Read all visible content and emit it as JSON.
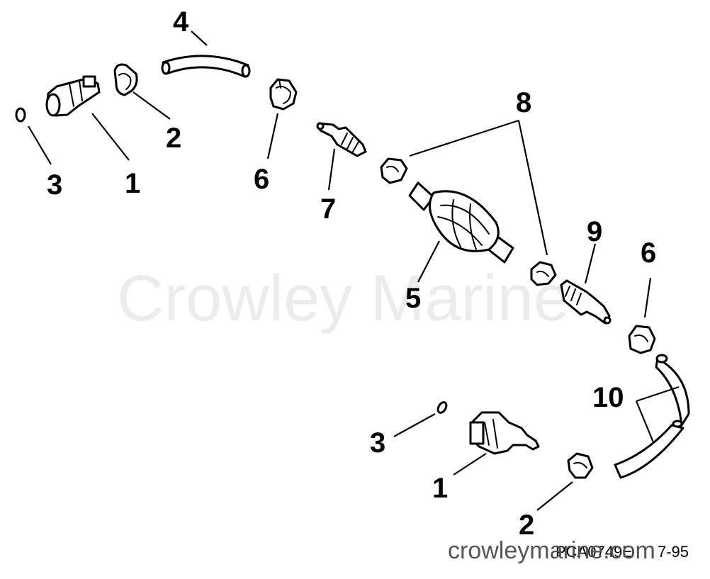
{
  "diagram": {
    "watermark": "Crowley Marine",
    "site": "crowleymarine.com",
    "figure_code": "PCA0749E",
    "page_ref": "7-95",
    "callouts": {
      "c1a": "1",
      "c1b": "1",
      "c2a": "2",
      "c2b": "2",
      "c3a": "3",
      "c3b": "3",
      "c4": "4",
      "c5": "5",
      "c6a": "6",
      "c6b": "6",
      "c7": "7",
      "c8": "8",
      "c9": "9",
      "c10": "10"
    }
  }
}
